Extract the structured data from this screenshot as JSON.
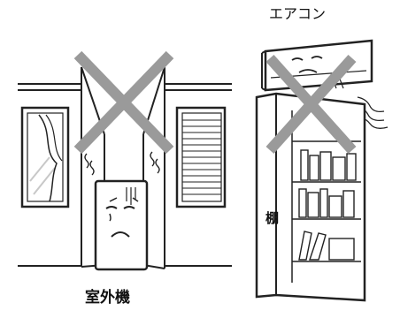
{
  "labels": {
    "air_conditioner": "エアコン",
    "outdoor_unit": "室外機",
    "shelf": "棚"
  },
  "colors": {
    "line": "#222222",
    "cross": "#9a9a9a",
    "glass": "#c8c8c8"
  },
  "icons": {
    "prohibition_mark": "cross-mark-icon",
    "sad_face": "sad-face-icon"
  }
}
